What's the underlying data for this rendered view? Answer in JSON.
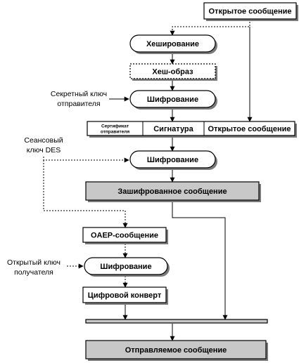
{
  "nodes": {
    "open_message_top": "Открытое сообщение",
    "hashing": "Хеширование",
    "hash_image": "Хеш-образ",
    "encryption_1": "Шифрование",
    "cert_line1": "Сертификат",
    "cert_line2": "отправителя",
    "signature": "Сигнатура",
    "open_message_row": "Открытое сообщение",
    "encryption_2": "Шифрование",
    "encrypted_message": "Зашифрованное сообщение",
    "oaep_message": "OAEP-сообщение",
    "encryption_3": "Шифрование",
    "digital_envelope": "Цифровой конверт",
    "sent_message": "Отправляемое сообщение"
  },
  "labels": {
    "secret_key_line1": "Секретный ключ",
    "secret_key_line2": "отправителя",
    "session_key_line1": "Сеансовый",
    "session_key_line2": "ключ DES",
    "public_key_line1": "Открытый ключ",
    "public_key_line2": "получателя"
  }
}
